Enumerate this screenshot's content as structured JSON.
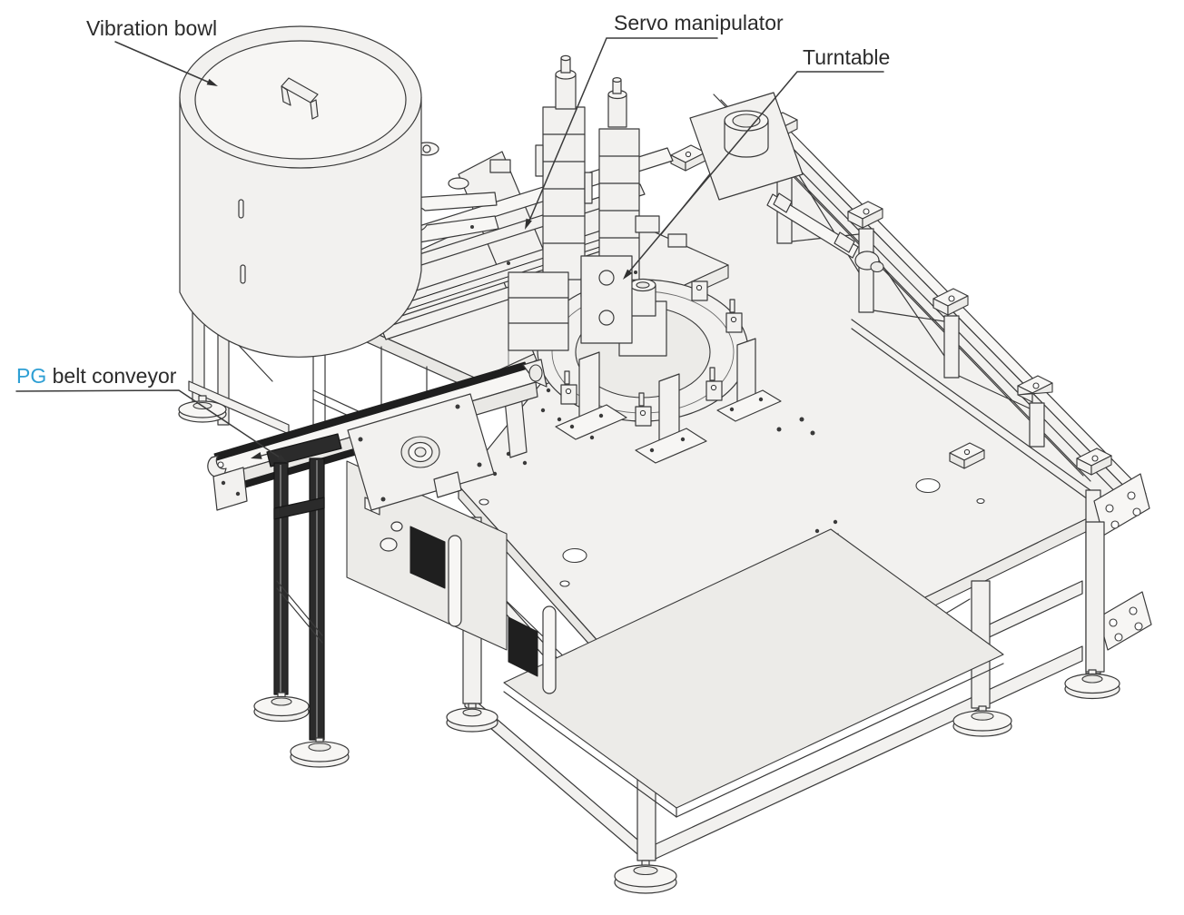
{
  "diagram": {
    "type": "isometric technical line drawing",
    "subject": "automatic assembly machine",
    "labels": {
      "vibration_bowl": "Vibration bowl",
      "servo_manipulator": "Servo manipulator",
      "turntable": "Turntable",
      "pg_prefix": "PG",
      "pg_rest": " belt conveyor"
    },
    "colors": {
      "background": "#ffffff",
      "line": "#3a3a3a",
      "surface": "#f2f1ef",
      "surface_shade": "#e9e8e5",
      "dark_parts": "#1f1f1f",
      "accent_blue": "#2e9fd4",
      "text": "#2b2b2b"
    }
  }
}
